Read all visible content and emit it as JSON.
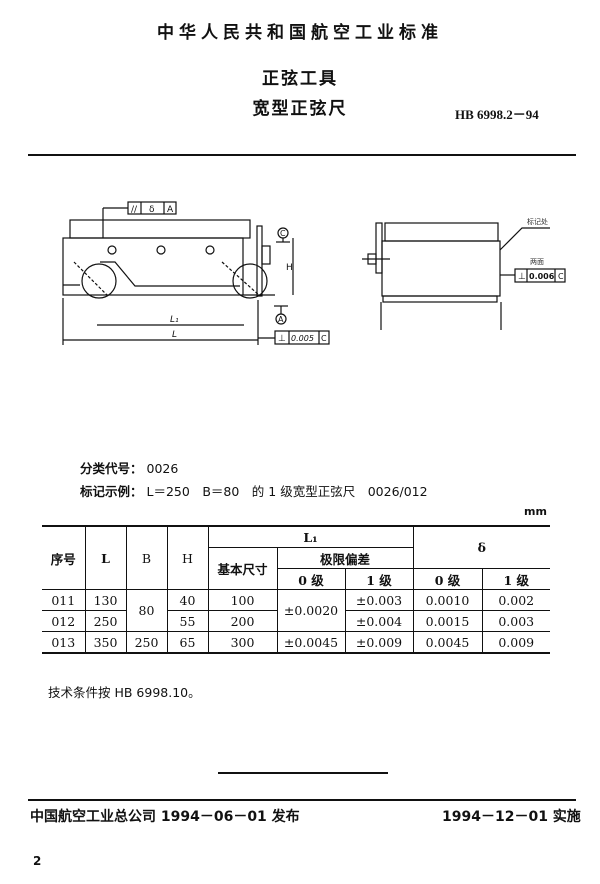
{
  "header": {
    "org_standard": "中华人民共和国航空工业标准",
    "category": "正弦工具",
    "title": "宽型正弦尺",
    "code": "HB 6998.2－94"
  },
  "drawing": {
    "front_view": {
      "tolerance_top": {
        "symbol": "//",
        "value": "δ",
        "datum": "A"
      },
      "tolerance_bottom": {
        "symbol": "⊥",
        "value": "0.005",
        "datum": "C"
      },
      "datum_c": "C",
      "datum_a": "A",
      "dim_h": "H",
      "dim_l1": "L₁",
      "dim_l": "L"
    },
    "side_view": {
      "mark_label": "标记处",
      "both_sides_label": "两面",
      "tolerance": {
        "symbol": "⊥",
        "value": "0.006",
        "datum": "C"
      }
    }
  },
  "info": {
    "class_code_label": "分类代号：",
    "class_code": "0026",
    "example_label": "标记示例：",
    "example_text": "L＝250　B＝80　的 1 级宽型正弦尺　0026/012"
  },
  "table": {
    "unit": "mm",
    "headers": {
      "seq": "序号",
      "L": "L",
      "B": "B",
      "H": "H",
      "L1": "L₁",
      "basic": "基本尺寸",
      "limit_dev": "极限偏差",
      "grade0": "0 级",
      "grade1": "1 级",
      "delta": "δ",
      "delta_grade0": "0 级",
      "delta_grade1": "1 级"
    },
    "rows": [
      {
        "seq": "011",
        "L": "130",
        "B": "80",
        "H": "40",
        "basic": "100",
        "dev0": "±0.0020",
        "dev1": "±0.003",
        "d0": "0.0010",
        "d1": "0.002"
      },
      {
        "seq": "012",
        "L": "250",
        "B": "80",
        "H": "55",
        "basic": "200",
        "dev0": "±0.0020",
        "dev1": "±0.004",
        "d0": "0.0015",
        "d1": "0.003"
      },
      {
        "seq": "013",
        "L": "350",
        "B": "250",
        "H": "65",
        "basic": "300",
        "dev0": "±0.0045",
        "dev1": "±0.009",
        "d0": "0.0045",
        "d1": "0.009"
      }
    ]
  },
  "technical_note": "技术条件按 HB 6998.10。",
  "footer": {
    "issuer": "中国航空工业总公司 1994－06－01 发布",
    "effective": "1994－12－01 实施",
    "page": "2"
  }
}
